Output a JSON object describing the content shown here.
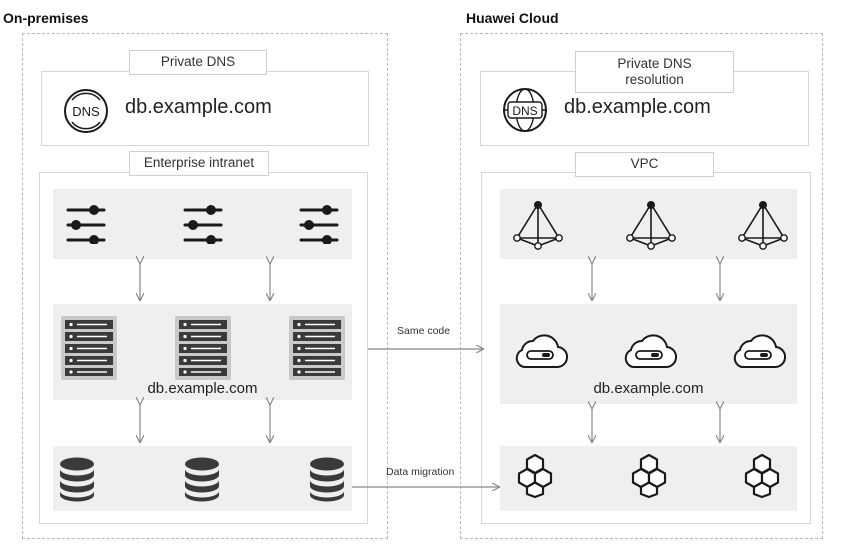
{
  "onprem": {
    "title": "On-premises",
    "dns_tag": "Private DNS",
    "dns_domain": "db.example.com",
    "dns_icon_text": "DNS",
    "intranet_tag": "Enterprise intranet",
    "server_row_label": "db.example.com",
    "icons": {
      "top": "slider-icon",
      "middle": "server-rack-icon",
      "bottom": "database-icon"
    }
  },
  "cloud": {
    "title": "Huawei Cloud",
    "dns_tag_line1": "Private DNS",
    "dns_tag_line2": "resolution",
    "dns_domain": "db.example.com",
    "dns_icon_text": "DNS",
    "vpc_tag": "VPC",
    "server_row_label": "db.example.com",
    "icons": {
      "top": "load-balancer-icon",
      "middle": "cloud-server-icon",
      "bottom": "hexagon-database-icon"
    }
  },
  "edges": {
    "same_code": "Same code",
    "data_migration": "Data migration"
  },
  "colors": {
    "border": "#b8b8b8",
    "row_bg": "#efefef",
    "icon_dark": "#1a1a1a",
    "arrow": "#888888"
  }
}
